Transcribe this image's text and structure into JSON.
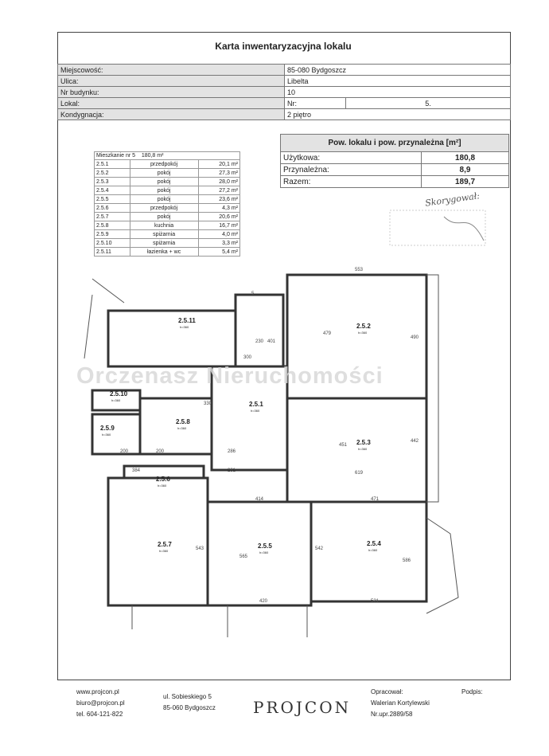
{
  "document": {
    "title": "Karta inwentaryzacyjna lokalu",
    "info": [
      {
        "label": "Miejscowość:",
        "value": "85-080 Bydgoszcz"
      },
      {
        "label": "Ulica:",
        "value": "Libelta"
      },
      {
        "label": "Nr budynku:",
        "value": "10"
      },
      {
        "label": "Lokal:",
        "value": "Nr:",
        "value2": "5."
      },
      {
        "label": "Kondygnacja:",
        "value": "2 piętro"
      }
    ],
    "areas": {
      "header": "Pow. lokalu i pow. przynależna [m²]",
      "rows": [
        {
          "label": "Użytkowa:",
          "value": "180,8"
        },
        {
          "label": "Przynależna:",
          "value": "8,9"
        },
        {
          "label": "Razem:",
          "value": "189,7"
        }
      ]
    },
    "rooms_table": {
      "caption_left": "Mieszkanie nr 5",
      "caption_right": "180,8  m²",
      "rows": [
        {
          "no": "2.5.1",
          "name": "przedpokój",
          "area": "20,1 m²"
        },
        {
          "no": "2.5.2",
          "name": "pokój",
          "area": "27,3 m²"
        },
        {
          "no": "2.5.3",
          "name": "pokój",
          "area": "28,0 m²"
        },
        {
          "no": "2.5.4",
          "name": "pokój",
          "area": "27,2 m²"
        },
        {
          "no": "2.5.5",
          "name": "pokój",
          "area": "23,6 m²"
        },
        {
          "no": "2.5.6",
          "name": "przedpokój",
          "area": "4,3 m²"
        },
        {
          "no": "2.5.7",
          "name": "pokój",
          "area": "20,6 m²"
        },
        {
          "no": "2.5.8",
          "name": "kuchnia",
          "area": "16,7 m²"
        },
        {
          "no": "2.5.9",
          "name": "spiżarnia",
          "area": "4,0 m²"
        },
        {
          "no": "2.5.10",
          "name": "spiżarnia",
          "area": "3,3 m²"
        },
        {
          "no": "2.5.11",
          "name": "łazienka + wc",
          "area": "5,4 m²"
        }
      ]
    },
    "note": "Skorygował:",
    "watermark": "Orczenasz Nieruchomości",
    "plan": {
      "rooms": [
        {
          "id": "2.5.1",
          "h": "h=360"
        },
        {
          "id": "2.5.2",
          "h": "h=360"
        },
        {
          "id": "2.5.3",
          "h": "h=360"
        },
        {
          "id": "2.5.4",
          "h": "h=360"
        },
        {
          "id": "2.5.5",
          "h": "h=360"
        },
        {
          "id": "2.5.6",
          "h": "h=360"
        },
        {
          "id": "2.5.7",
          "h": "h=360"
        },
        {
          "id": "2.5.8",
          "h": "h=360"
        },
        {
          "id": "2.5.9",
          "h": "h=360"
        },
        {
          "id": "2.5.10",
          "h": "h=360"
        },
        {
          "id": "2.5.11",
          "h": "h=360"
        }
      ],
      "dims": [
        "553",
        "479",
        "490",
        "451",
        "442",
        "619",
        "384",
        "281",
        "414",
        "471",
        "543",
        "565",
        "542",
        "586",
        "420",
        "521",
        "330",
        "300",
        "286",
        "200",
        "200",
        "401",
        "230",
        "5"
      ]
    },
    "footer": {
      "col1": [
        "www.projcon.pl",
        "biuro@projcon.pl",
        "tel. 604-121-822"
      ],
      "col2": [
        "ul. Sobieskiego 5",
        "85-060 Bydgoszcz"
      ],
      "logo": "PROJCON",
      "col3": [
        "Opracował:",
        "Walerian Kortylewski",
        "Nr.upr.2889/58"
      ],
      "col4": "Podpis:"
    }
  }
}
